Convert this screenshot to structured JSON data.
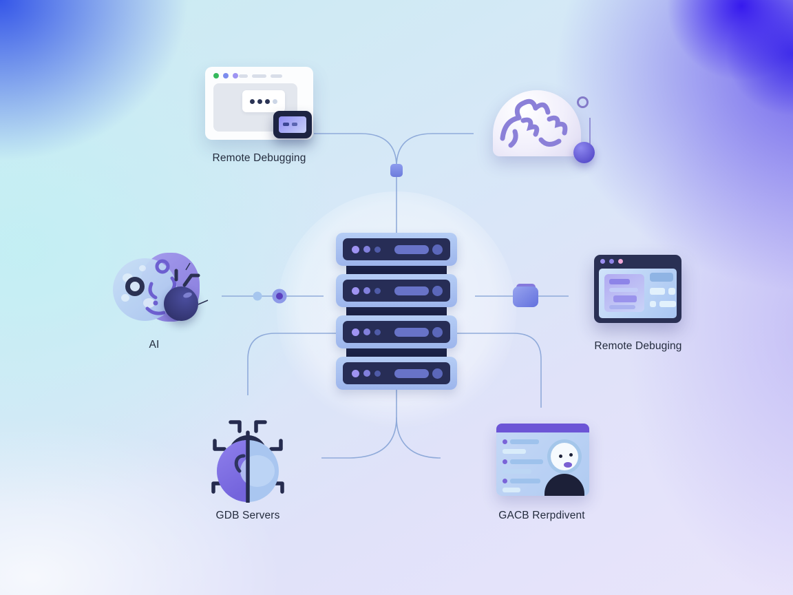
{
  "diagram": {
    "center": {
      "name": "server-stack",
      "units": 4
    },
    "nodes": {
      "top_left": {
        "label": "Remote Debugging",
        "icon": "browser-terminal-icon"
      },
      "top_right": {
        "label": "",
        "icon": "brain-icon"
      },
      "left": {
        "label": "AI",
        "icon": "ai-brain-bug-icon"
      },
      "right": {
        "label": "Remote Debuging",
        "icon": "browser-window-icon"
      },
      "bottom_left": {
        "label": "GDB Servers",
        "icon": "bug-icon"
      },
      "bottom_right": {
        "label": "GACB Rerpdivent",
        "icon": "profile-card-icon"
      }
    },
    "colors": {
      "accent_purple": "#6c55d6",
      "navy": "#252b4e",
      "server_frame": "#aac4f0",
      "server_face": "#272d56",
      "connector_line": "#8ba7d8",
      "label_text": "#232b3d",
      "bg_top_left_blue": "#2d4ee8",
      "bg_top_right_purple": "#685aeb",
      "bg_cyan": "#c1f0f3"
    }
  }
}
